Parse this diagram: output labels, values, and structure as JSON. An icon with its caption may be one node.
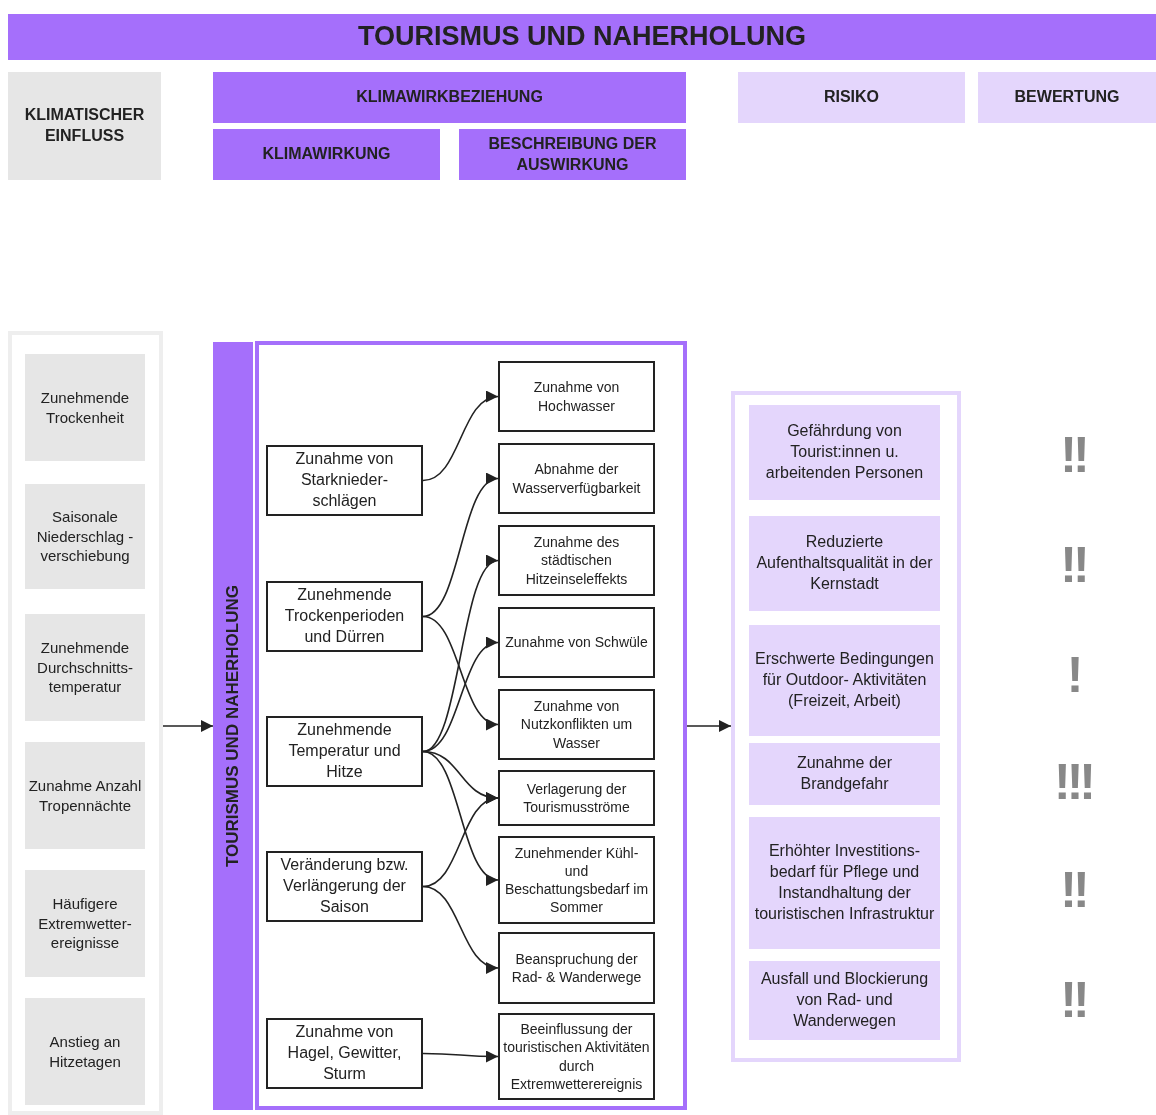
{
  "diagram": {
    "title": "TOURISMUS UND NAHERHOLUNG",
    "nodes": [
      {
        "text": [
          "KLIMATISCHER EINFLUSS"
        ]
      },
      {
        "text": [
          "KLIMAWIRKBEZIEHUNG"
        ]
      },
      {
        "text": [
          "KLIMAWIRKUNG"
        ]
      },
      {
        "text": [
          "BESCHREIBUNG DER AUSWIRKUNG"
        ]
      },
      {
        "text": [
          "RISIKO"
        ]
      },
      {
        "text": [
          "BEWERTUNG"
        ]
      },
      {
        "text": [],
        "shape": "box"
      },
      {
        "text": [
          "Zunehmende Trockenheit"
        ],
        "in": 6
      },
      {
        "text": [
          "Saisonale Niederschlag -verschiebung"
        ],
        "in": 6
      },
      {
        "text": [
          "Zunehmende Durchschnitts-temperatur"
        ],
        "in": 6
      },
      {
        "text": [
          "Zunahme Anzahl Tropennächte"
        ],
        "in": 6
      },
      {
        "text": [
          "Häufigere Extremwetter-ereignisse"
        ],
        "in": 6
      },
      {
        "text": [
          "Anstieg an Hitzetagen"
        ],
        "in": 6
      },
      {
        "text": [
          "TOURISMUS UND NAHERHOLUNG"
        ]
      },
      {
        "text": [],
        "shape": "box"
      },
      {
        "text": [
          "Zunahme von Starknieder-schlägen"
        ],
        "in": 14
      },
      {
        "text": [
          "Zunehmende Trockenperioden und Dürren"
        ],
        "in": 14
      },
      {
        "text": [
          "Zunehmende Temperatur und Hitze"
        ],
        "in": 14
      },
      {
        "text": [
          "Veränderung bzw. Verlängerung der Saison"
        ],
        "in": 14
      },
      {
        "text": [
          "Zunahme von Hagel, Gewitter, Sturm"
        ],
        "in": 14
      },
      {
        "text": [
          "Zunahme von Hochwasser"
        ],
        "in": 14
      },
      {
        "text": [
          "Abnahme der Wasserverfügbarkeit"
        ],
        "in": 14
      },
      {
        "text": [
          "Zunahme des städtischen Hitzeinseleffekts"
        ],
        "in": 14
      },
      {
        "text": [
          "Zunahme von Schwüle"
        ],
        "in": 14
      },
      {
        "text": [
          "Zunahme von Nutzkonflikten um Wasser"
        ],
        "in": 14
      },
      {
        "text": [
          "Verlagerung der Tourismusströme"
        ],
        "in": 14
      },
      {
        "text": [
          "Zunehmender Kühl- und Beschattungsbedarf im Sommer"
        ],
        "in": 14
      },
      {
        "text": [
          "Beanspruchung der Rad- & Wanderwege"
        ],
        "in": 14
      },
      {
        "text": [
          "Beeinflussung der touristischen Aktivitäten durch Extremwetterereignis"
        ],
        "in": 14
      },
      {
        "text": [],
        "shape": "box"
      },
      {
        "text": [
          "Gefährdung von Tourist:innen u. arbeitenden Personen"
        ],
        "in": 29
      },
      {
        "text": [
          "Reduzierte Aufenthaltsqualität in der Kernstadt"
        ],
        "in": 29
      },
      {
        "text": [
          "Erschwerte Bedingungen für Outdoor- Aktivitäten (Freizeit, Arbeit)"
        ],
        "in": 29
      },
      {
        "text": [
          "Zunahme der Brandgefahr"
        ],
        "in": 29
      },
      {
        "text": [
          "Erhöhter Investitions-bedarf für Pflege und Instandhaltung der touristischen Infrastruktur"
        ],
        "in": 29
      },
      {
        "text": [
          "Ausfall und Blockierung von Rad- und Wanderwegen"
        ],
        "in": 29
      }
    ],
    "edges": [
      {
        "from": 6,
        "to": 13,
        "arrow": "to"
      },
      {
        "from": 14,
        "to": 29,
        "arrow": "to"
      },
      {
        "from": 15,
        "to": 20,
        "arrow": "to"
      },
      {
        "from": 16,
        "to": 21,
        "arrow": "to"
      },
      {
        "from": 16,
        "to": 24,
        "arrow": "to"
      },
      {
        "from": 17,
        "to": 22,
        "arrow": "to"
      },
      {
        "from": 17,
        "to": 23,
        "arrow": "to"
      },
      {
        "from": 17,
        "to": 25,
        "arrow": "to"
      },
      {
        "from": 17,
        "to": 26,
        "arrow": "to"
      },
      {
        "from": 18,
        "to": 25,
        "arrow": "to"
      },
      {
        "from": 18,
        "to": 27,
        "arrow": "to"
      },
      {
        "from": 19,
        "to": 28,
        "arrow": "to"
      }
    ],
    "labels": [
      "!!",
      "!!",
      "!",
      "!!!",
      "!!",
      "!!"
    ]
  }
}
